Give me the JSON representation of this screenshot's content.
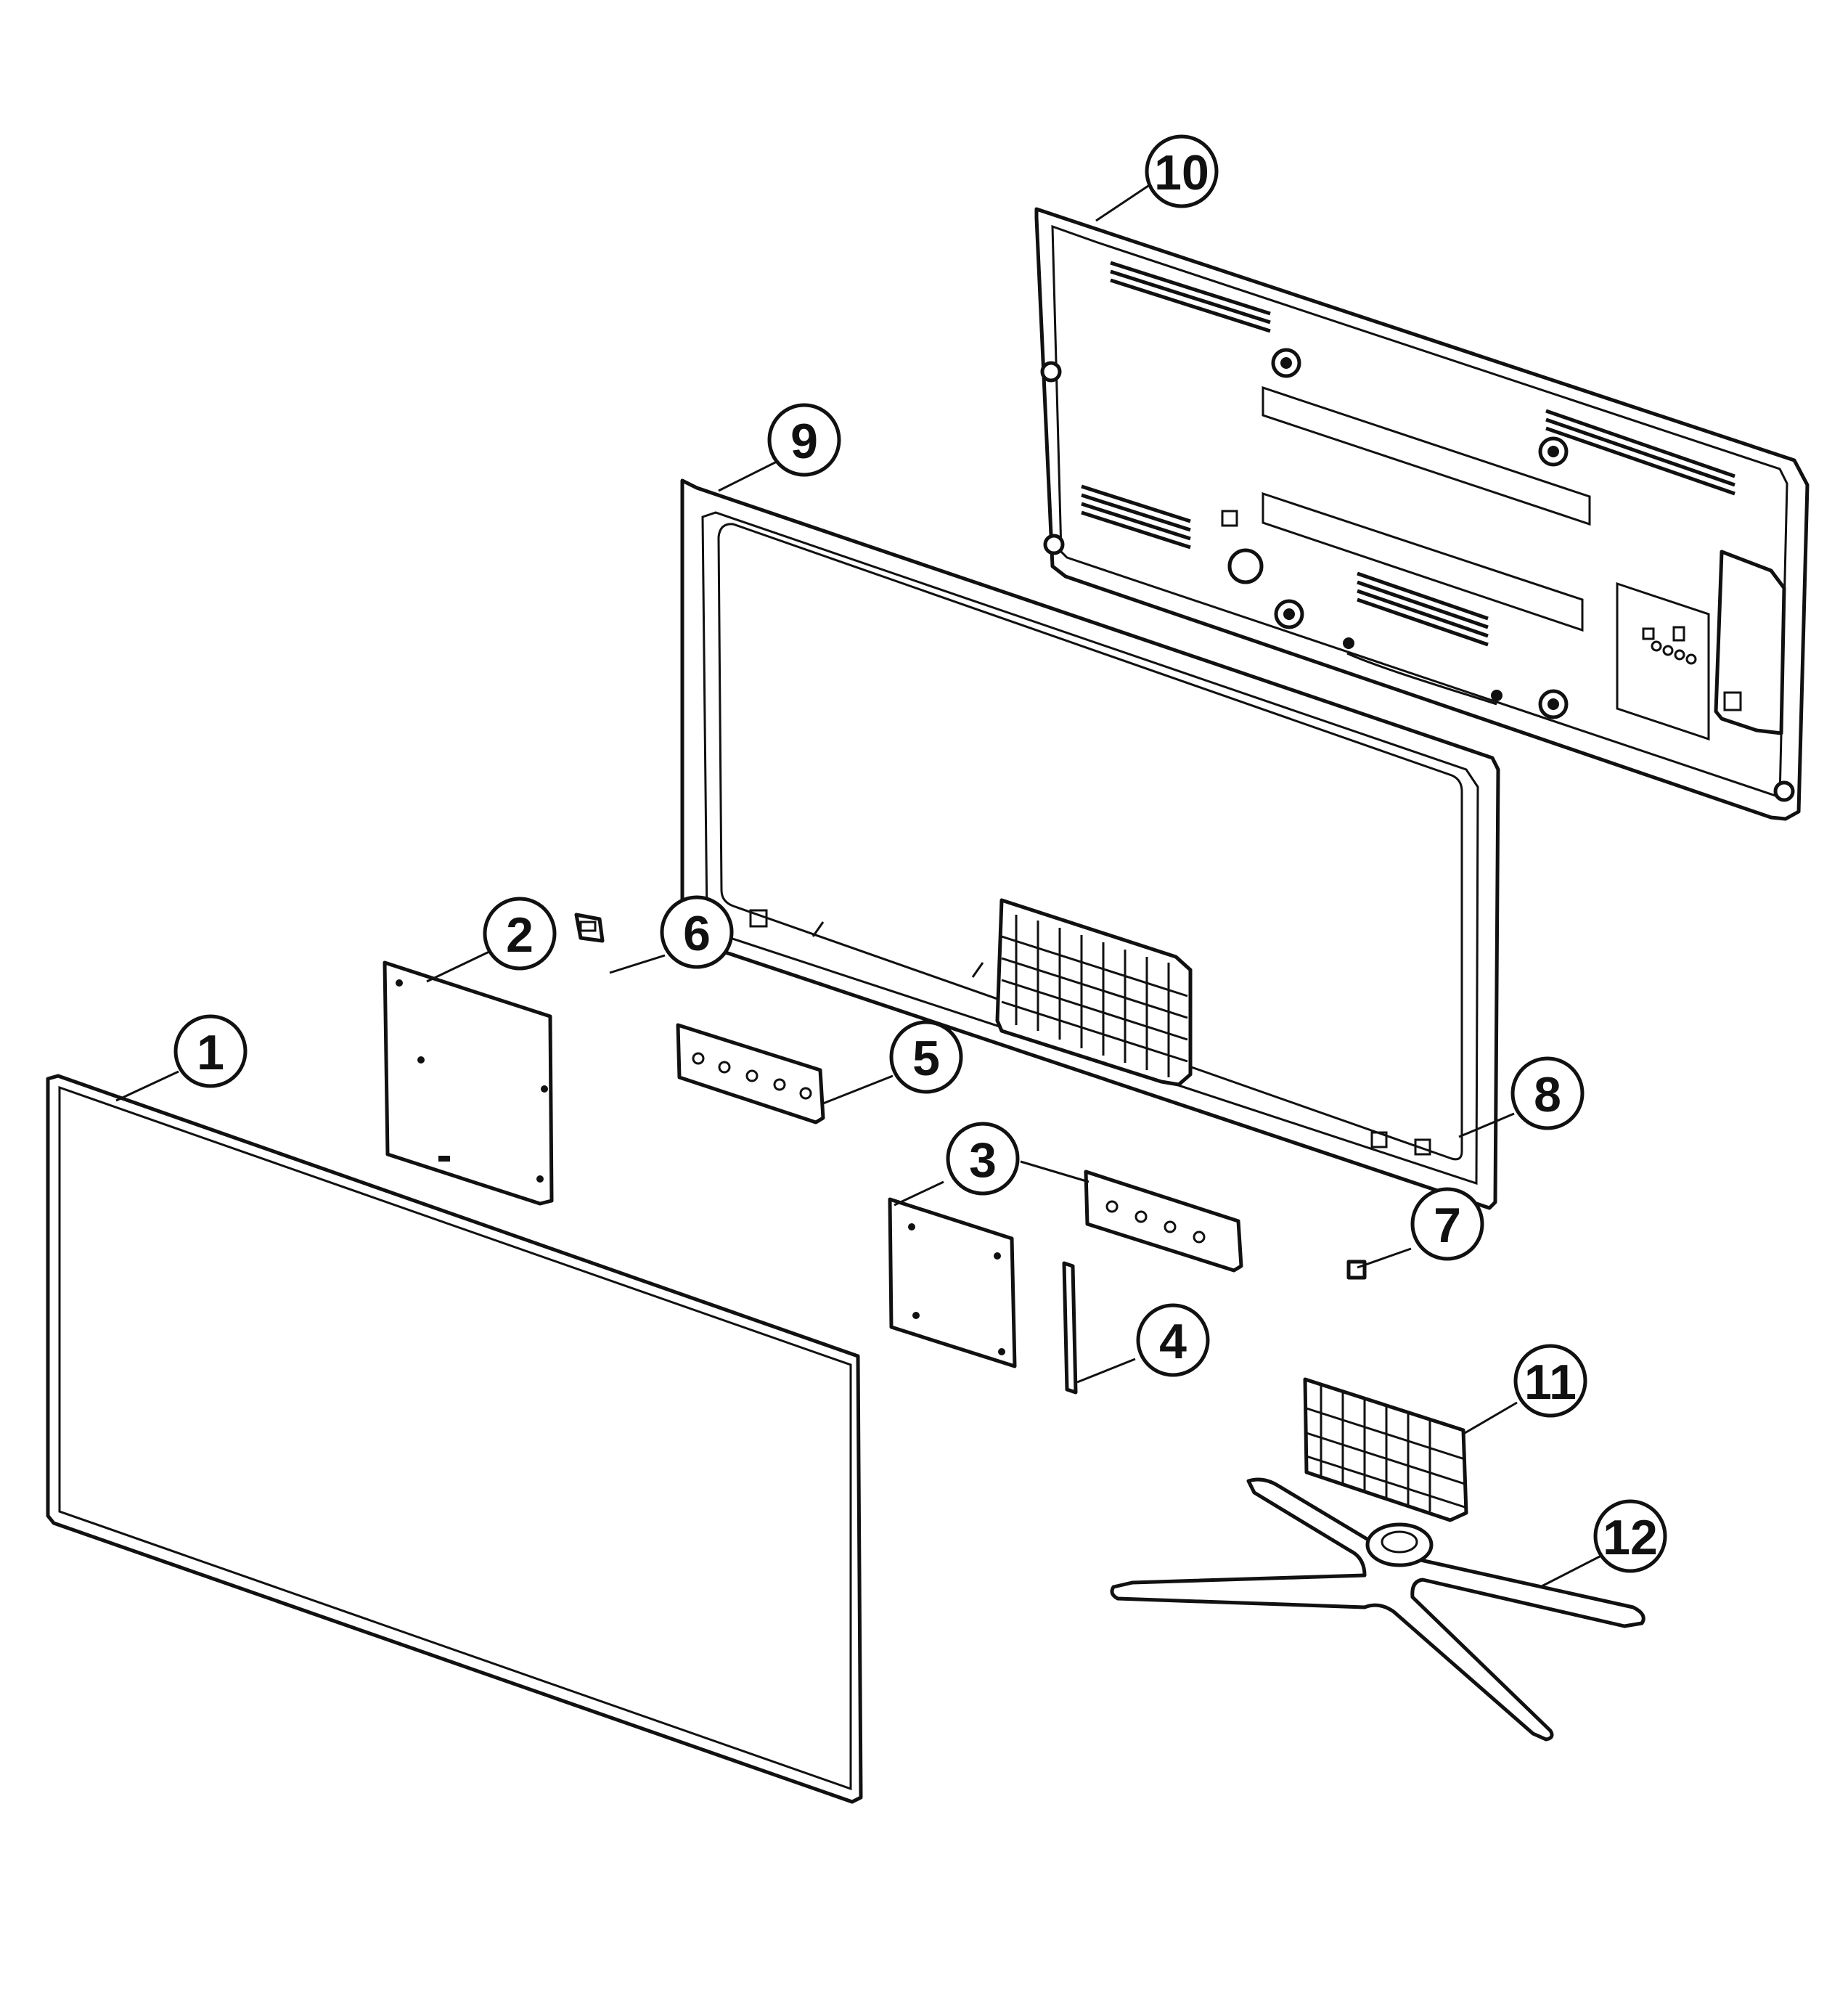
{
  "diagram": {
    "type": "exploded-parts-view",
    "callouts": {
      "c1": "1",
      "c2": "2",
      "c3": "3",
      "c4": "4",
      "c5": "5",
      "c6": "6",
      "c7": "7",
      "c8": "8",
      "c9": "9",
      "c10": "10",
      "c11": "11",
      "c12": "12"
    },
    "colors": {
      "line": "#111111",
      "background": "#ffffff"
    }
  }
}
